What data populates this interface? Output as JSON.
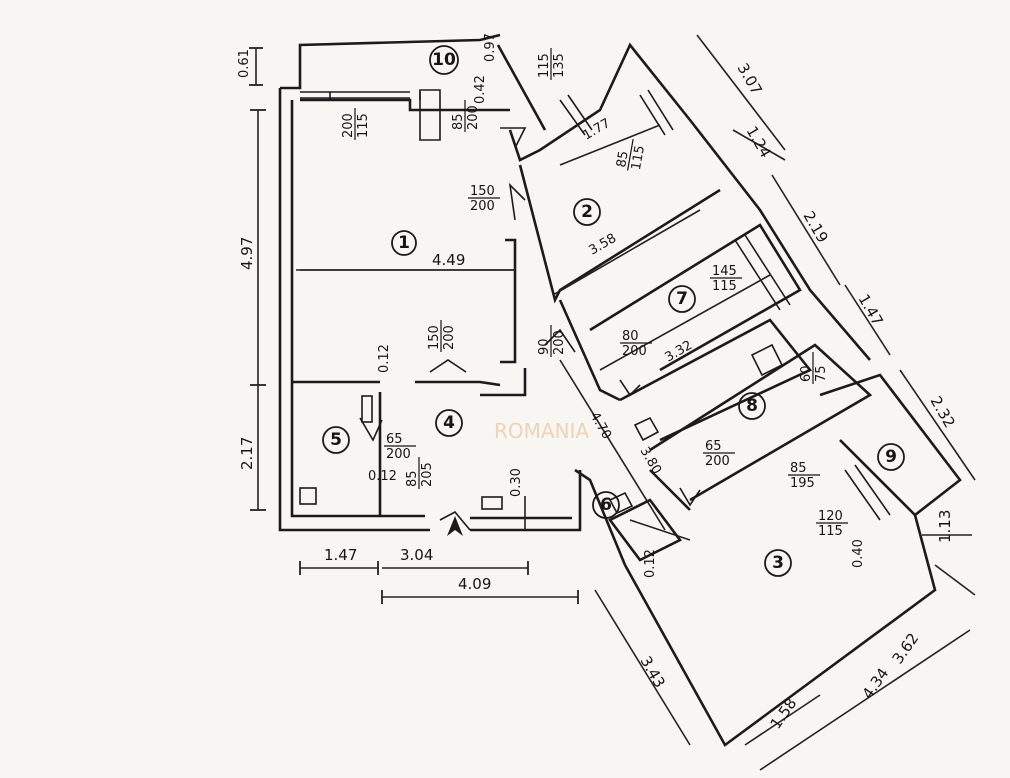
{
  "rooms": [
    {
      "id": "room-1",
      "number": "1"
    },
    {
      "id": "room-2",
      "number": "2"
    },
    {
      "id": "room-3",
      "number": "3"
    },
    {
      "id": "room-4",
      "number": "4"
    },
    {
      "id": "room-5",
      "number": "5"
    },
    {
      "id": "room-6",
      "number": "6"
    },
    {
      "id": "room-7",
      "number": "7"
    },
    {
      "id": "room-8",
      "number": "8"
    },
    {
      "id": "room-9",
      "number": "9"
    },
    {
      "id": "room-10",
      "number": "10"
    }
  ],
  "dimensions": {
    "d_497": "4.97",
    "d_217": "2.17",
    "d_061": "0.61",
    "d_449": "4.49",
    "d_147a": "1.47",
    "d_304": "3.04",
    "d_409": "4.09",
    "d_307": "3.07",
    "d_124": "1.24",
    "d_219": "2.19",
    "d_147b": "1.47",
    "d_232": "2.32",
    "d_113": "1.13",
    "d_362": "3.62",
    "d_434": "4.34",
    "d_158": "1.58",
    "d_343": "3.43",
    "d_177": "1.77",
    "d_358": "3.58",
    "d_332": "3.32",
    "d_380": "3.80",
    "d_470": "4.70",
    "d_012a": "0.12",
    "d_012b": "0.12",
    "d_012c": "0.12",
    "d_030": "0.30",
    "d_040": "0.40",
    "d_042": "0.42",
    "d_097": "0.97"
  },
  "openings": {
    "w_200_115": "200\n115",
    "d_150_200a": "150\n200",
    "d_150_200b": "150\n200",
    "d_85_200": "85\n200",
    "w_85_115": "85\n115",
    "d_90_200": "90\n200",
    "d_80_200": "80\n200",
    "w_145_115": "145\n115",
    "d_65_200a": "65\n200",
    "d_85_205": "85\n205",
    "d_65_200b": "65\n200",
    "d_85_195": "85\n195",
    "w_120_115": "120\n115",
    "w_60_75": "60\n75",
    "d_115_135": "115\n135"
  },
  "entrance_marker": "A",
  "watermark": "ROMANIA"
}
